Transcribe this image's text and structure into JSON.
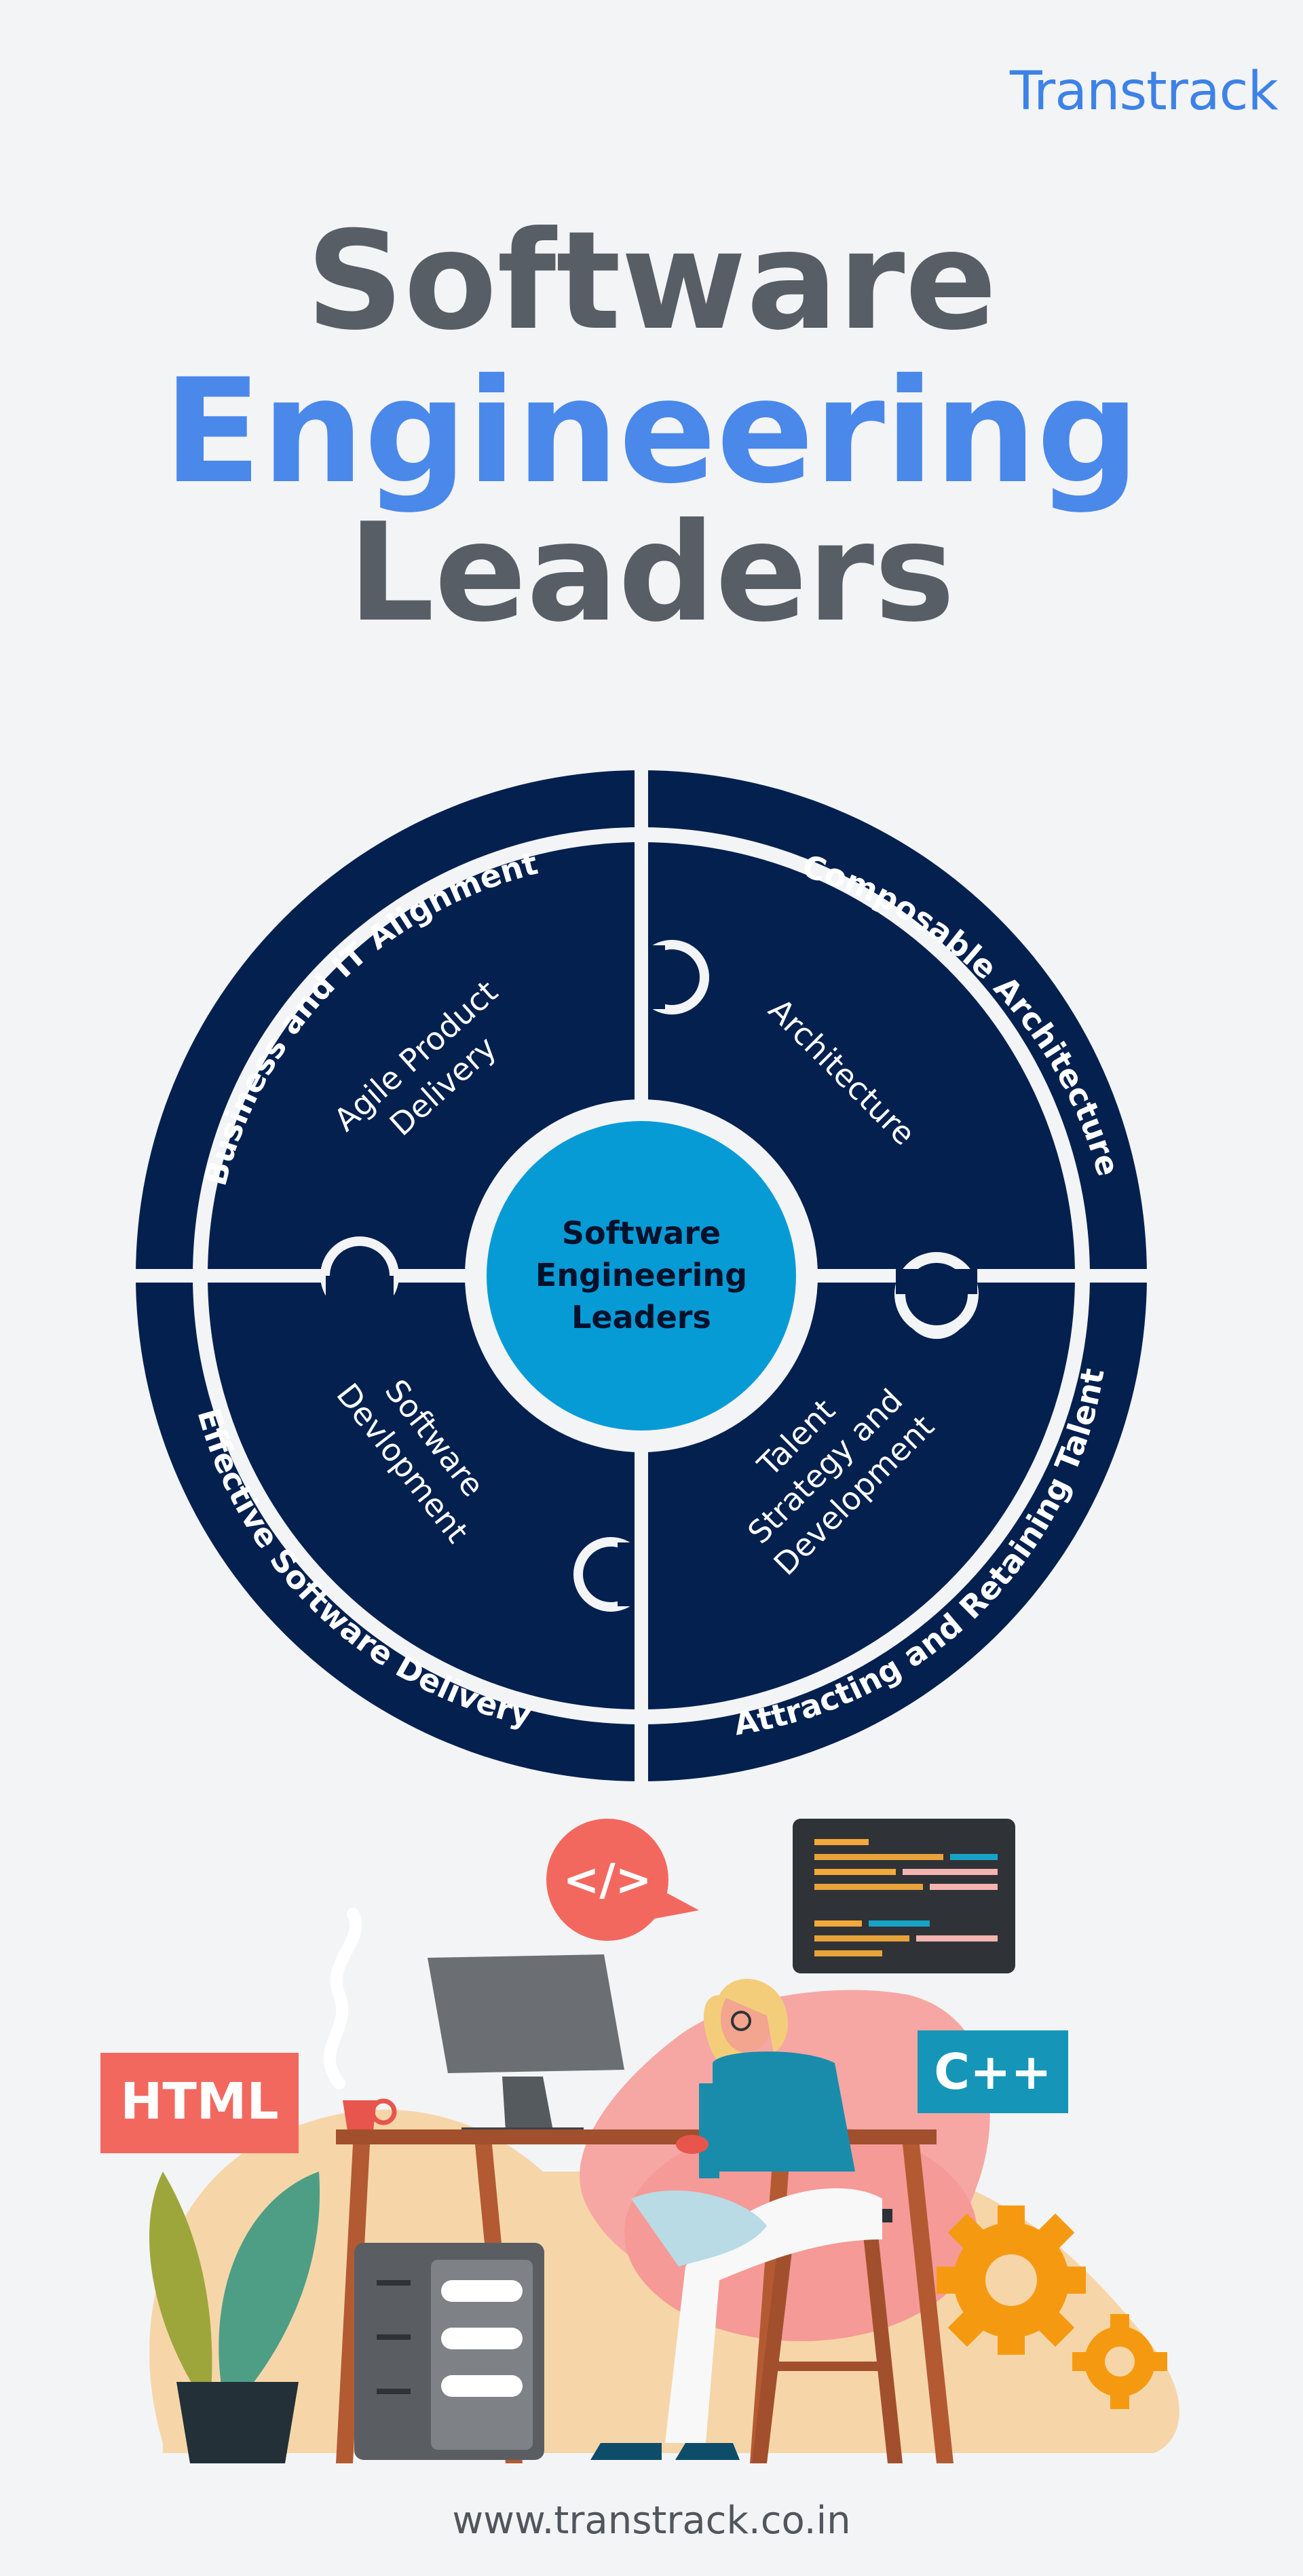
{
  "brand": {
    "logo_text": "Transtrack"
  },
  "title": {
    "line1": "Software",
    "line2": "Engineering",
    "line3": "Leaders"
  },
  "diagram": {
    "center_lines": [
      "Software",
      "Engineering",
      "Leaders"
    ],
    "outer_ring": {
      "top_left": "Business and IT Alignment",
      "top_right": "Composable Architecture",
      "bottom_left": "Effective Software Delivery",
      "bottom_right": "Attracting and Retaining Talent"
    },
    "inner_pieces": {
      "top_left": [
        "Agile Product",
        "Delivery"
      ],
      "top_right": [
        "Architecture"
      ],
      "bottom_left": [
        "Software",
        "Devlopment"
      ],
      "bottom_right": [
        "Talent",
        "Strategy and",
        "Development"
      ]
    }
  },
  "illustration": {
    "badges": {
      "code": "</>",
      "html": "HTML",
      "cpp": "C++"
    }
  },
  "footer": {
    "url": "www.transtrack.co.in"
  },
  "colors": {
    "navy": "#03204f",
    "center_blue": "#079bd6",
    "title_gray": "#575e66",
    "title_blue": "#4a88ea",
    "background": "#f3f4f6"
  }
}
